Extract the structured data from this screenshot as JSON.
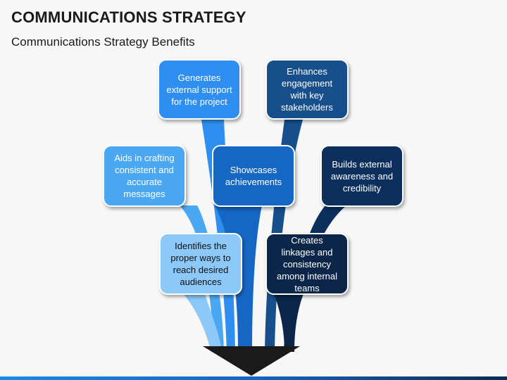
{
  "title": "COMMUNICATIONS STRATEGY",
  "subtitle": "Communications Strategy Benefits",
  "boxes": [
    {
      "id": "generates",
      "text": "Generates external support for the project",
      "color": "#2f8ff0"
    },
    {
      "id": "enhances",
      "text": "Enhances engagement with key stakeholders",
      "color": "#164f8c"
    },
    {
      "id": "aids",
      "text": "Aids in crafting consistent and accurate messages",
      "color": "#4aa8f2"
    },
    {
      "id": "showcases",
      "text": "Showcases achievements",
      "color": "#1667c4"
    },
    {
      "id": "builds",
      "text": "Builds external awareness and credibility",
      "color": "#0d2f5e"
    },
    {
      "id": "identifies",
      "text": "Identifies the proper ways to reach desired audiences",
      "color": "#8cc9f8",
      "text_color": "#111111"
    },
    {
      "id": "creates",
      "text": "Creates linkages and consistency among internal teams",
      "color": "#0b2648"
    }
  ]
}
